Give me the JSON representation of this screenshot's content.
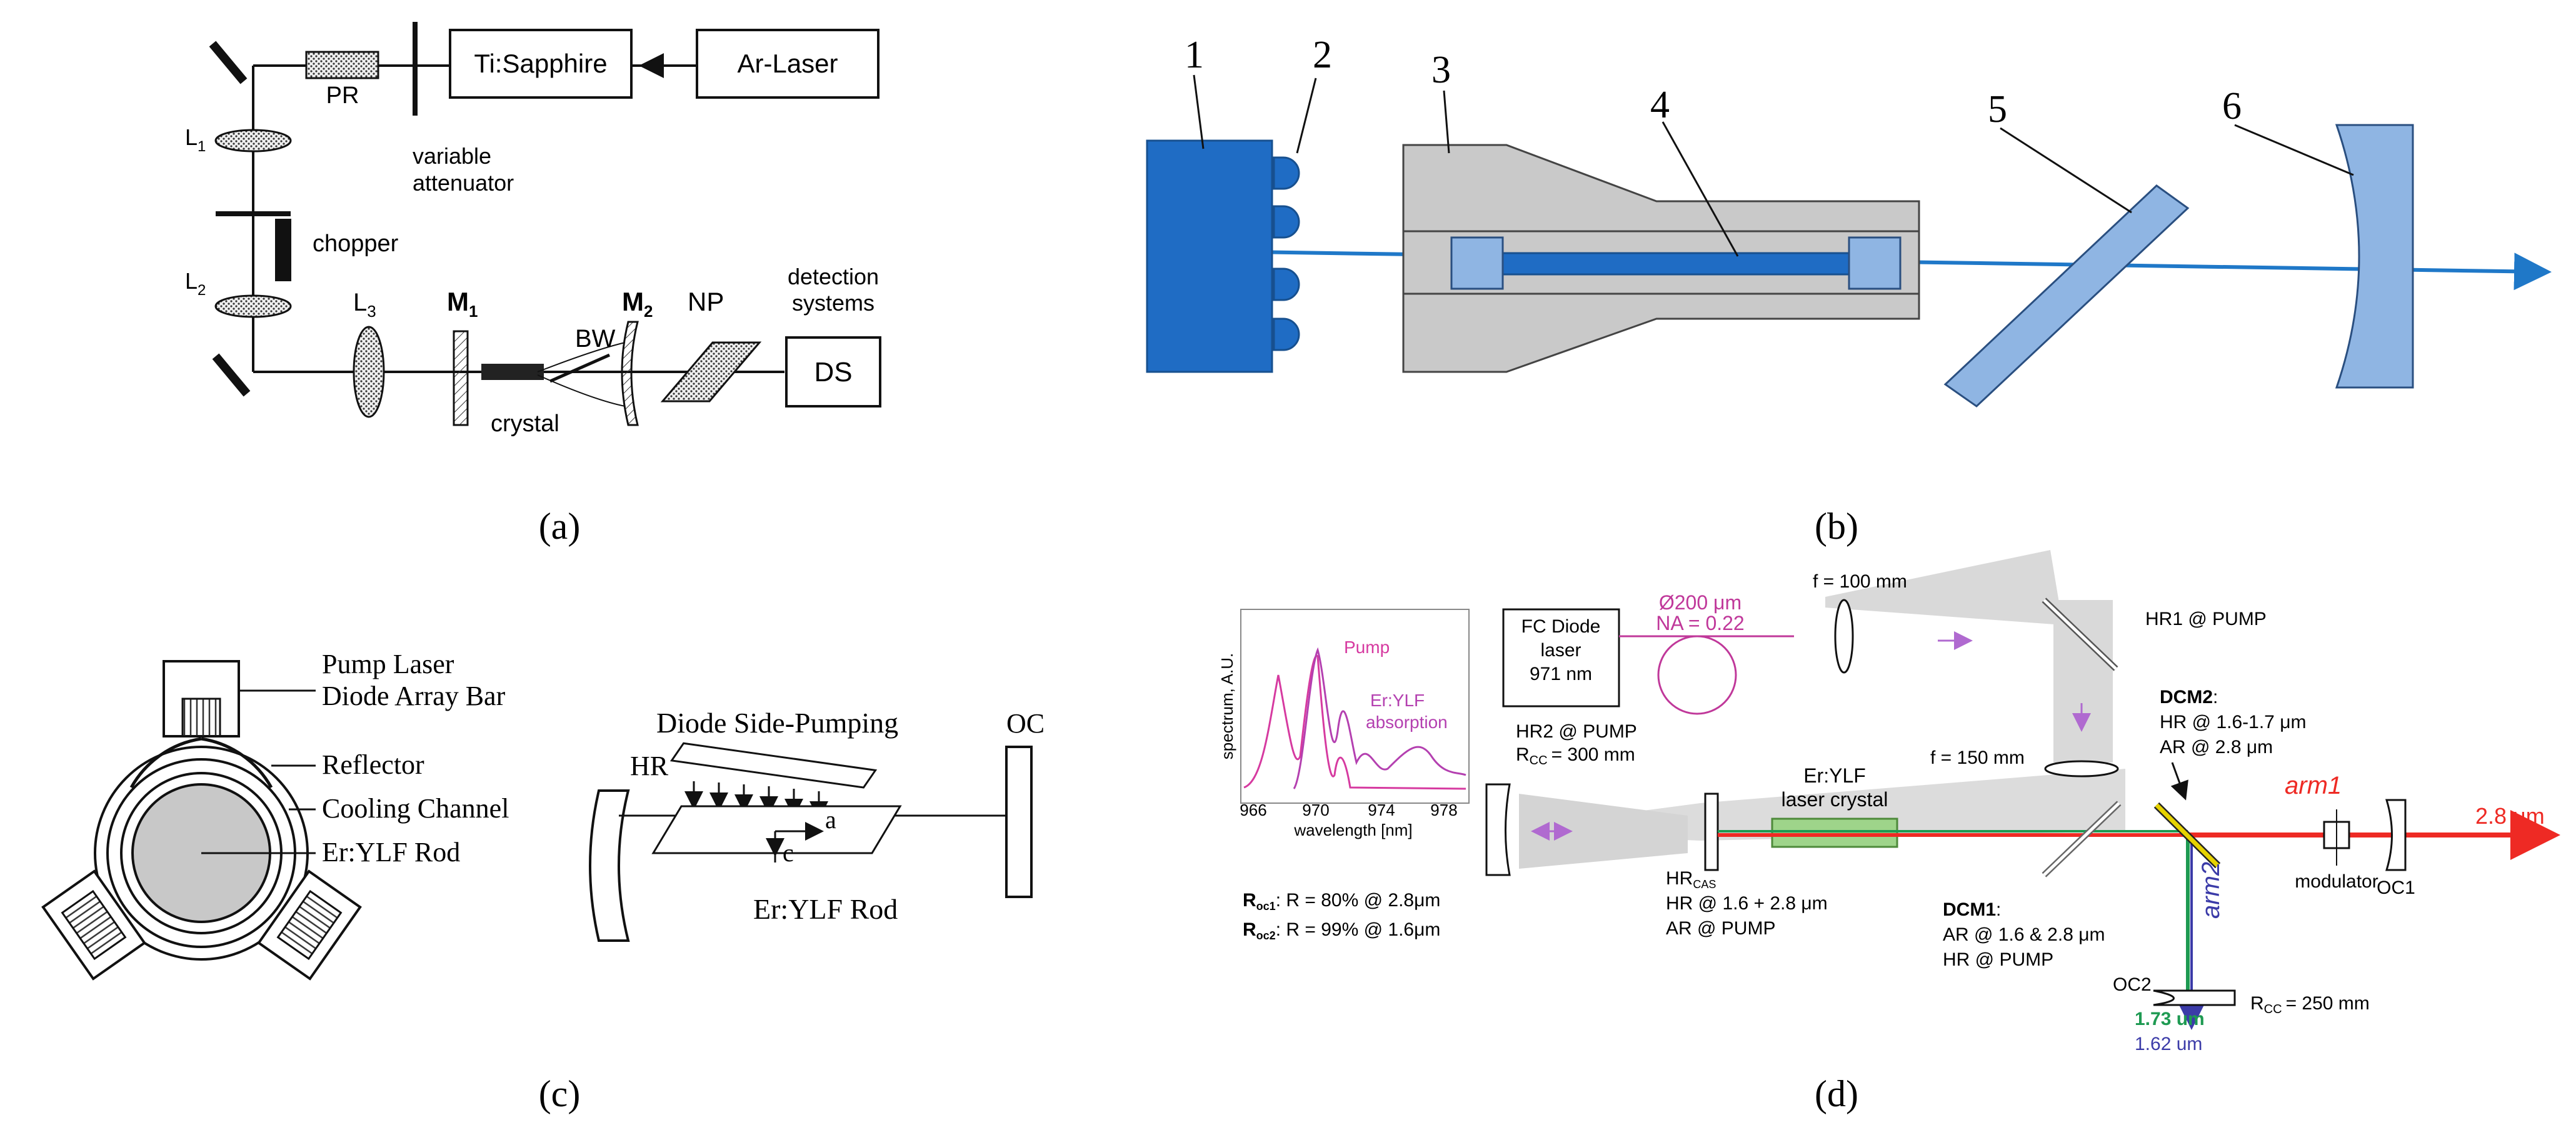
{
  "panels": {
    "a": {
      "caption": "(a)",
      "labels": {
        "ti_sapphire": "Ti:Sapphire",
        "ar_laser": "Ar-Laser",
        "pr": "PR",
        "variable": "variable",
        "attenuator": "attenuator",
        "l1": "L",
        "l1_sub": "1",
        "l2": "L",
        "l2_sub": "2",
        "l3": "L",
        "l3_sub": "3",
        "chopper": "chopper",
        "m1": "M",
        "m1_sub": "1",
        "m2": "M",
        "m2_sub": "2",
        "bw": "BW",
        "np": "NP",
        "crystal": "crystal",
        "detection": "detection",
        "systems": "systems",
        "ds": "DS"
      }
    },
    "b": {
      "caption": "(b)",
      "numbers": [
        "1",
        "2",
        "3",
        "4",
        "5",
        "6"
      ],
      "colors": {
        "dark_blue": "#1f6cc4",
        "mid_blue": "#8fb5e3",
        "gray": "#c8c8c8",
        "beam": "#1f78c8"
      }
    },
    "c": {
      "caption": "(c)",
      "labels": {
        "pump_laser": "Pump Laser",
        "diode_array_bar": "Diode Array Bar",
        "reflector": "Reflector",
        "cooling_channel": "Cooling Channel",
        "er_ylf_rod_left": "Er:YLF Rod",
        "diode_side_pumping": "Diode Side-Pumping",
        "hr": "HR",
        "oc": "OC",
        "axis_a": "a",
        "axis_c": "c",
        "er_ylf_rod_right": "Er:YLF Rod"
      }
    },
    "d": {
      "caption": "(d)",
      "inset": {
        "ylabel": "spectrum, A.U.",
        "xlabel": "wavelength [nm]",
        "ticks": [
          "966",
          "970",
          "974",
          "978"
        ],
        "pump": "Pump",
        "er_ylf": "Er:YLF",
        "absorption": "absorption"
      },
      "labels": {
        "fc_diode": "FC Diode",
        "laser": "laser",
        "wavelength_971": "971 nm",
        "fiber_core": "Ø200 μm",
        "fiber_na": "NA = 0.22",
        "f100": "f = 100 mm",
        "f150": "f = 150 mm",
        "hr1": "HR1 @ PUMP",
        "hr2": "HR2 @ PUMP",
        "rcc300": "R",
        "rcc300_sub": "CC",
        "rcc300_val": "= 300 mm",
        "crystal1": "Er:YLF",
        "crystal2": "laser crystal",
        "dcm2": "DCM2",
        "dcm2_line1": "HR @ 1.6-1.7 μm",
        "dcm2_line2": "AR @ 2.8 μm",
        "dcm1": "DCM1",
        "dcm1_line1": "AR @ 1.6 & 2.8 μm",
        "dcm1_line2": "HR @ PUMP",
        "hrcas": "HR",
        "hrcas_sub": "CAS",
        "hr_line1": "HR @ 1.6 + 2.8 μm",
        "hr_line2": "AR @ PUMP",
        "arm1": "arm1",
        "arm2": "arm2",
        "out_28": "2.8 μm",
        "modulator": "modulator",
        "oc1": "OC1",
        "oc2": "OC2",
        "rcc250": "R",
        "rcc250_sub": "CC",
        "rcc250_val": "= 250 mm",
        "um173": "1.73 um",
        "um162": "1.62 um",
        "roc1": "R",
        "roc1_sub": "oc1",
        "roc1_val": ": R = 80% @ 2.8μm",
        "roc2": "R",
        "roc2_sub": "oc2",
        "roc2_val": ": R = 99% @ 1.6μm"
      },
      "colors": {
        "pump": "#b8409e",
        "red": "#ee2a24",
        "green": "#1e9a52",
        "blue": "#3b3ba8",
        "crystal": "#9ed48a"
      }
    }
  }
}
